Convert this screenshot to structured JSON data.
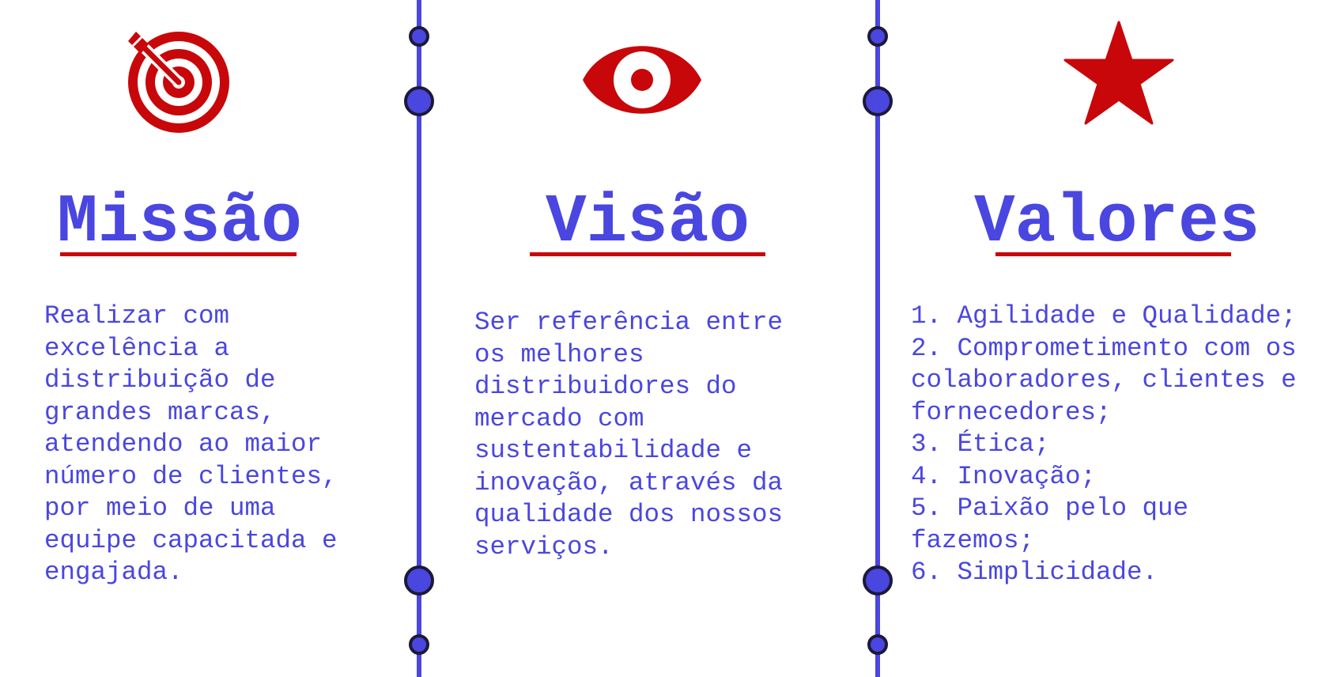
{
  "colors": {
    "primary_blue": "#4a46e0",
    "accent_red": "#c8070a",
    "dot_outline": "#1c1a3a"
  },
  "missao": {
    "icon": "target-icon",
    "title": "Missão",
    "text": "Realizar com\nexcelência a\ndistribuição de\ngrandes marcas,\natendendo ao maior\nnúmero de clientes,\npor meio de uma\nequipe capacitada e\nengajada."
  },
  "visao": {
    "icon": "eye-icon",
    "title": "Visão",
    "text": "Ser referência entre\nos melhores\ndistribuidores do\nmercado com\nsustentabilidade e\ninovação, através da\nqualidade dos nossos\nserviços."
  },
  "valores": {
    "icon": "star-icon",
    "title": "Valores",
    "items": [
      "1. Agilidade e Qualidade;",
      "2. Comprometimento com os\ncolaboradores, clientes e\nfornecedores;",
      "3. Ética;",
      "4. Inovação;",
      "5. Paixão pelo que\nfazemos;",
      "6. Simplicidade."
    ]
  }
}
